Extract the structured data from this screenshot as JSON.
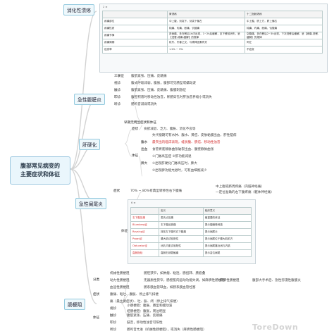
{
  "root": {
    "title_line1": "腹部常见病变的",
    "title_line2": "主要症状和体征"
  },
  "topics": {
    "ulcer": "消化性溃疡",
    "peritonitis": "急性腹膜炎",
    "cirrhosis": "肝硬化",
    "appendicitis": "急性阑尾炎",
    "obstruction": "肠梗阻"
  },
  "ulcer_table": {
    "number": "2 ≡",
    "headers": [
      "",
      "胃溃疡",
      "十二指肠溃疡"
    ],
    "rows": [
      [
        "疼痛部位",
        "中上腹，剑突下，剑突下偏左",
        "中上腹，脐上方，脐上偏右"
      ],
      [
        "疼痛性质",
        "钝痛、灼痛、胀痛、饥饿痛",
        "钝痛、灼痛、胀痛、饥饿痛"
      ],
      [
        "疼痛节律",
        "进食痛，多在餐后1h内出现，1~2h后缓解，至下餐前消失，呈【进餐-疼痛-缓解】的规律",
        "空腹痛，多在餐后2~3h出现，下次进餐后缓解，呈【疼痛-进餐-缓解】的规律"
      ],
      [
        "疼痛周期",
        "秋冬、冬春之交，与精神因素有关",
        "同左"
      ],
      [
        "癌变率",
        "<1% ~ 3%",
        "不癌变"
      ]
    ]
  },
  "peritonitis": {
    "items": [
      {
        "k": "三联征",
        "v": "腹肌紧张、压痛、反跳痛"
      },
      {
        "k": "视诊",
        "v": "腹式呼吸减弱，腹胀，腹部可见肠型或蠕动波"
      },
      {
        "k": "触诊",
        "v": "腹肌紧张、压痛、反跳痛、腹膜刺激征"
      },
      {
        "k": "叩诊",
        "v": "腹腔积液时移动性浊音，胃肠穿孔时肝浊音界缩小或消失"
      },
      {
        "k": "听诊",
        "v": "肠鸣音减弱或消失"
      }
    ]
  },
  "cirrhosis": {
    "early": "早期无明显症状和体征",
    "sym_label": "症状",
    "sign_label": "体征",
    "sym": "食欲减退、乏力、腹胀、消化不良等",
    "signs": [
      {
        "k": "",
        "v": "失代偿期可有水肿、腹水、黄疸、皮肤黏膜出血、肝性脑病"
      },
      {
        "k": "腹水",
        "v": "最突出的临床表现，蛙状腹、脐疝、移动性浊音",
        "red": true
      },
      {
        "k": "出血",
        "v": "食管胃底静脉曲张破裂出血、腹壁静脉曲张"
      },
      {
        "k": "",
        "v": "①门脉高压症 ②肝功能减退"
      },
      {
        "k": "脾大",
        "v": "①出现肝硬化门脉高压时，脾大"
      },
      {
        "k": "",
        "v": "②出现脾功能亢进时，可有血细胞减少"
      }
    ]
  },
  "appendicitis": {
    "sym_label": "症状",
    "sym": "70% ~ 80%有典型转移性右下腹痛",
    "note1": "中上腹或脐周疼痛（内脏神经痛）",
    "note2": "一定位准确的右下腹疼痛（躯体神经痛）",
    "sign_label": "体征",
    "table": {
      "number": "6 ≡",
      "headers": [
        "",
        "定义",
        "临床意义"
      ],
      "rows": [
        [
          "右下腹压痛",
          "麦氏点压痛",
          "最重要的体征"
        ],
        [
          "Blumberg征",
          "右下腹反跳痛",
          "提示腹膜受刺激"
        ],
        [
          "Rovsing征",
          "按压左下腹时右下腹痛",
          "提示阑尾炎"
        ],
        [
          "Psoas征",
          "腰大肌试验阳性",
          "提示阑尾位于腰大肌前方"
        ],
        [
          "Obturator征",
          "闭孔内肌试验阳性",
          "提示阑尾靠近闭孔内肌"
        ],
        [
          "直肠指检",
          "直肠右前壁触痛",
          "提示盆位阑尾"
        ]
      ]
    }
  },
  "obstruction": {
    "branches": [
      {
        "k": "分类",
        "items": [
          "机械性肠梗阻",
          "动力性肠梗阻",
          "血运性肠梗阻"
        ]
      },
      {
        "k": "症状",
        "items": [
          "腹痛、呕吐、腹胀、停止排气排便"
        ]
      },
      {
        "k": "体征",
        "items": [
          "视诊",
          "触诊",
          "叩诊",
          "听诊"
        ]
      }
    ],
    "class_details": [
      "肠腔狭窄，如肿瘤、粘连、肠扭转、肠套叠",
      "无器质性狭窄，肠壁肌肉运动功能失调，如麻痹性肠梗阻",
      "肠系膜血管缺血，如肠系膜血管栓塞"
    ],
    "side": [
      "麻痹性肠梗阻",
      "痉挛性肠梗阻"
    ],
    "side_note": "腹部大手术后、急性弥漫性腹膜炎",
    "sym_note": "痛（最主要症状）、吐、胀、闭（停止排气排便）",
    "sign_details": [
      "小肠梗阻：腹胀、肠型和蠕动波",
      "结肠梗阻：腹胀，周边明显",
      "腹肌紧张、压痛、反跳痛",
      "鼓音，移动性浊音可阳性",
      "肠鸣音亢进（机械性肠梗阻），或消失（麻痹性肠梗阻）"
    ]
  },
  "watermark": "ToreDown",
  "colors": {
    "accent": "#eaf6fc",
    "border": "#93c9de",
    "line": "#d0d0d0",
    "red": "#d23030"
  }
}
